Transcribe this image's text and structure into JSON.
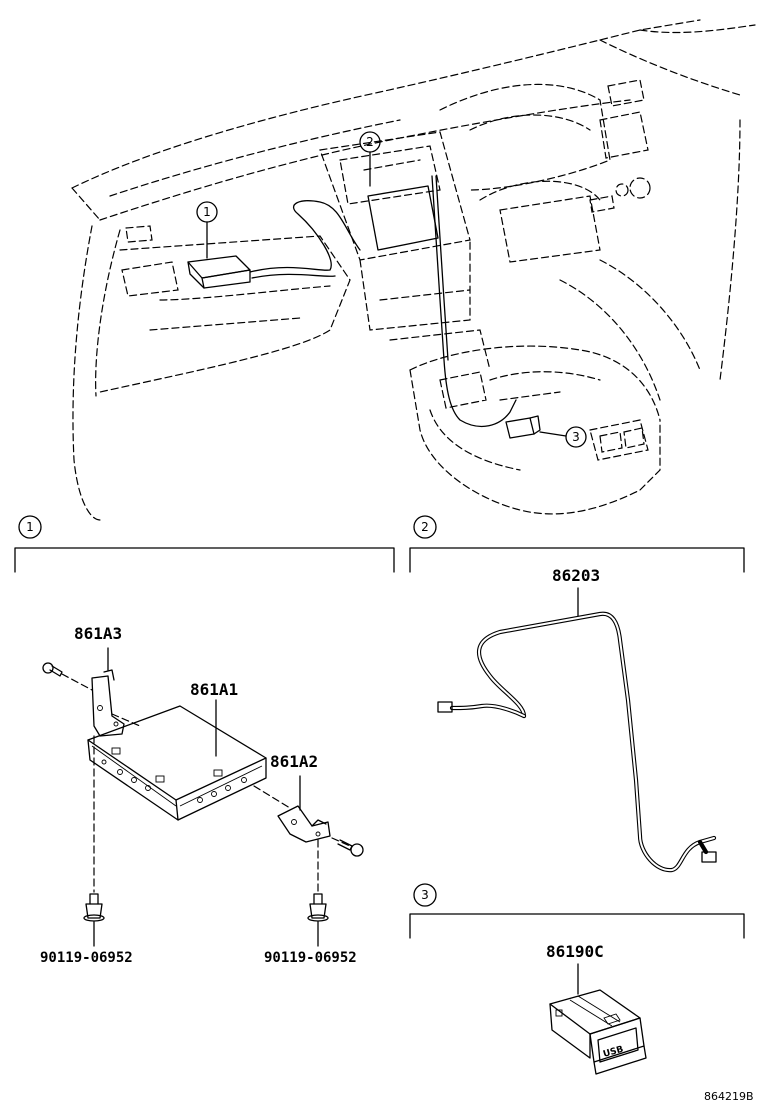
{
  "overview": {
    "callouts": [
      "1",
      "2",
      "3"
    ]
  },
  "sections": [
    {
      "number": "1",
      "parts": {
        "bracket_left": "861A3",
        "box": "861A1",
        "bracket_right": "861A2",
        "bolt_left": "90119-06952",
        "bolt_right": "90119-06952"
      }
    },
    {
      "number": "2",
      "parts": {
        "cable": "86203"
      }
    },
    {
      "number": "3",
      "parts": {
        "usb_port": "86190C"
      },
      "port_label": "USB"
    }
  ],
  "diagram_code": "864219B"
}
